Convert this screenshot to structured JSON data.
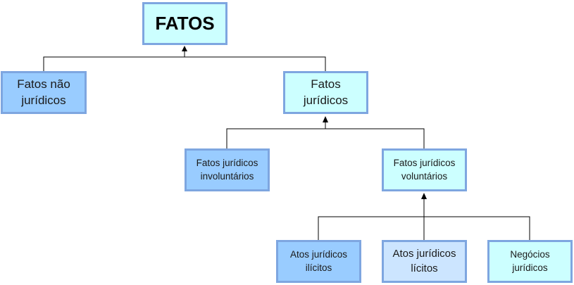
{
  "diagram": {
    "root": "FATOS",
    "fatos_nao_juridicos": "Fatos não\njurídicos",
    "fatos_juridicos": "Fatos\njurídicos",
    "fatos_juridicos_involuntarios": "Fatos jurídicos\ninvoluntários",
    "fatos_juridicos_voluntarios": "Fatos jurídicos\nvoluntários",
    "atos_juridicos_ilicitos": "Atos jurídicos\nilícitos",
    "atos_juridicos_licitos": "Atos jurídicos\nlícitos",
    "negocios_juridicos": "Negócios\njurídicos"
  },
  "colors": {
    "border": "#7ea6e0",
    "light_cyan": "#ccffff",
    "blue": "#99ccff",
    "pale_blue": "#cce5ff",
    "connector": "#000000"
  }
}
